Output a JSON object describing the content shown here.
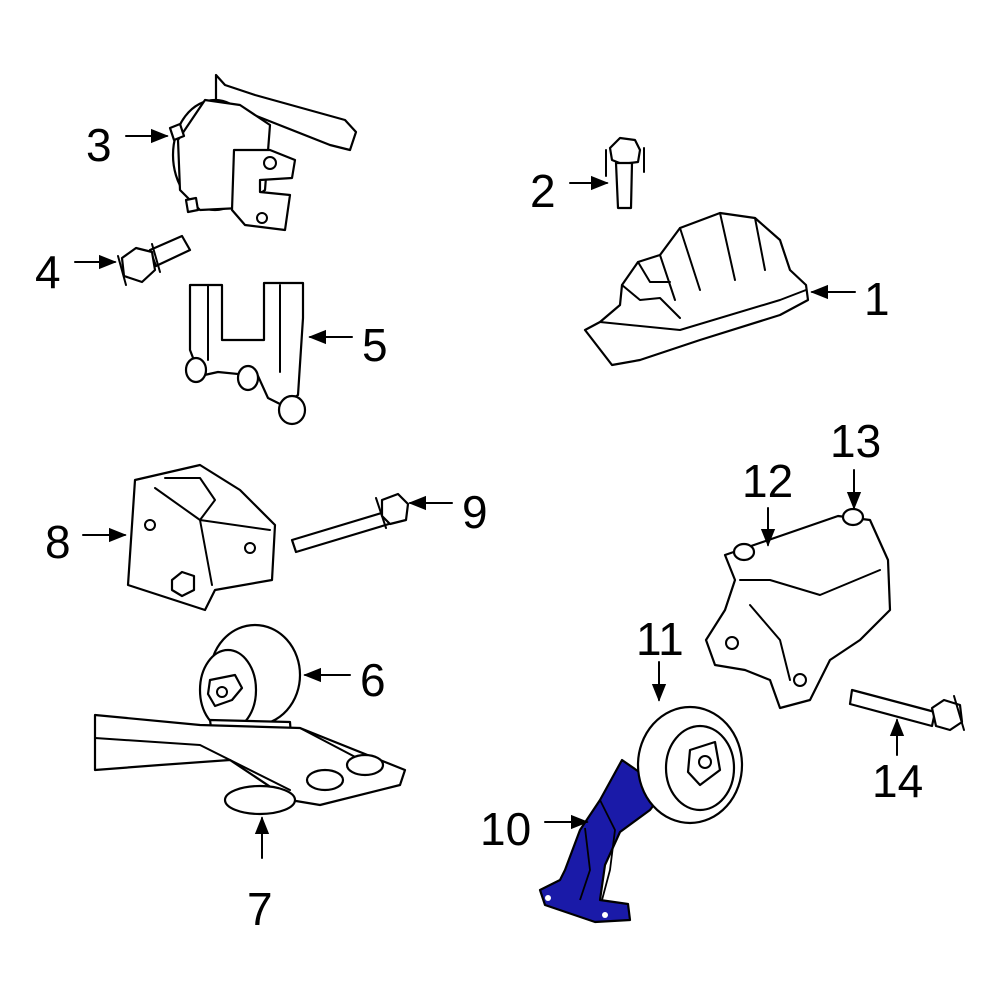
{
  "callouts": {
    "c1": "1",
    "c2": "2",
    "c3": "3",
    "c4": "4",
    "c5": "5",
    "c6": "6",
    "c7": "7",
    "c8": "8",
    "c9": "9",
    "c10": "10",
    "c11": "11",
    "c12": "12",
    "c13": "13",
    "c14": "14"
  },
  "highlight_color": "#1a1aa8",
  "highlighted_part": "10"
}
